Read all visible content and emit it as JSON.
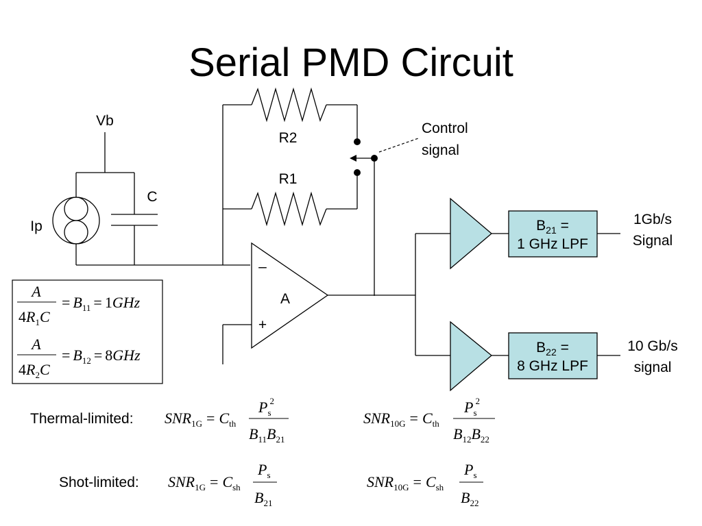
{
  "title": "Serial PMD Circuit",
  "labels": {
    "vb": "Vb",
    "ip": "Ip",
    "c": "C",
    "r1": "R1",
    "r2": "R2",
    "amp": "A",
    "minus": "–",
    "plus": "+",
    "control_line1": "Control",
    "control_line2": "signal",
    "out1_line1": "1Gb/s",
    "out1_line2": "Signal",
    "out2_line1": "10 Gb/s",
    "out2_line2": "signal",
    "thermal": "Thermal-limited:",
    "shot": "Shot-limited:"
  },
  "filters": {
    "f1": {
      "b": "B",
      "sub": "21",
      "eq": " =",
      "line2": "1 GHz LPF"
    },
    "f2": {
      "b": "B",
      "sub": "22",
      "eq": " =",
      "line2": "8 GHz LPF"
    }
  },
  "equations": {
    "eq1": {
      "num": "A",
      "den_pre": "4",
      "den_r": "R",
      "den_sub": "1",
      "den_c": "C",
      "eq": "=",
      "b": "B",
      "b_sub": "11",
      "eq2": "=",
      "val": "1",
      "unit": "GHz"
    },
    "eq2": {
      "num": "A",
      "den_pre": "4",
      "den_r": "R",
      "den_sub": "2",
      "den_c": "C",
      "eq": "=",
      "b": "B",
      "b_sub": "12",
      "eq2": "=",
      "val": "8",
      "unit": "GHz"
    }
  },
  "snr": {
    "thermal_1g": {
      "snr": "SNR",
      "snr_sub": "1G",
      "eq": "=",
      "c": "C",
      "c_sub": "th",
      "num": "P",
      "num_sub": "s",
      "num_sup": "2",
      "den1": "B",
      "den1_sub": "11",
      "den2": "B",
      "den2_sub": "21"
    },
    "thermal_10g": {
      "snr": "SNR",
      "snr_sub": "10G",
      "eq": "=",
      "c": "C",
      "c_sub": "th",
      "num": "P",
      "num_sub": "s",
      "num_sup": "2",
      "den1": "B",
      "den1_sub": "12",
      "den2": "B",
      "den2_sub": "22"
    },
    "shot_1g": {
      "snr": "SNR",
      "snr_sub": "1G",
      "eq": "=",
      "c": "C",
      "c_sub": "sh",
      "num": "P",
      "num_sub": "s",
      "den1": "B",
      "den1_sub": "21"
    },
    "shot_10g": {
      "snr": "SNR",
      "snr_sub": "10G",
      "eq": "=",
      "c": "C",
      "c_sub": "sh",
      "num": "P",
      "num_sub": "s",
      "den1": "B",
      "den1_sub": "22"
    }
  }
}
